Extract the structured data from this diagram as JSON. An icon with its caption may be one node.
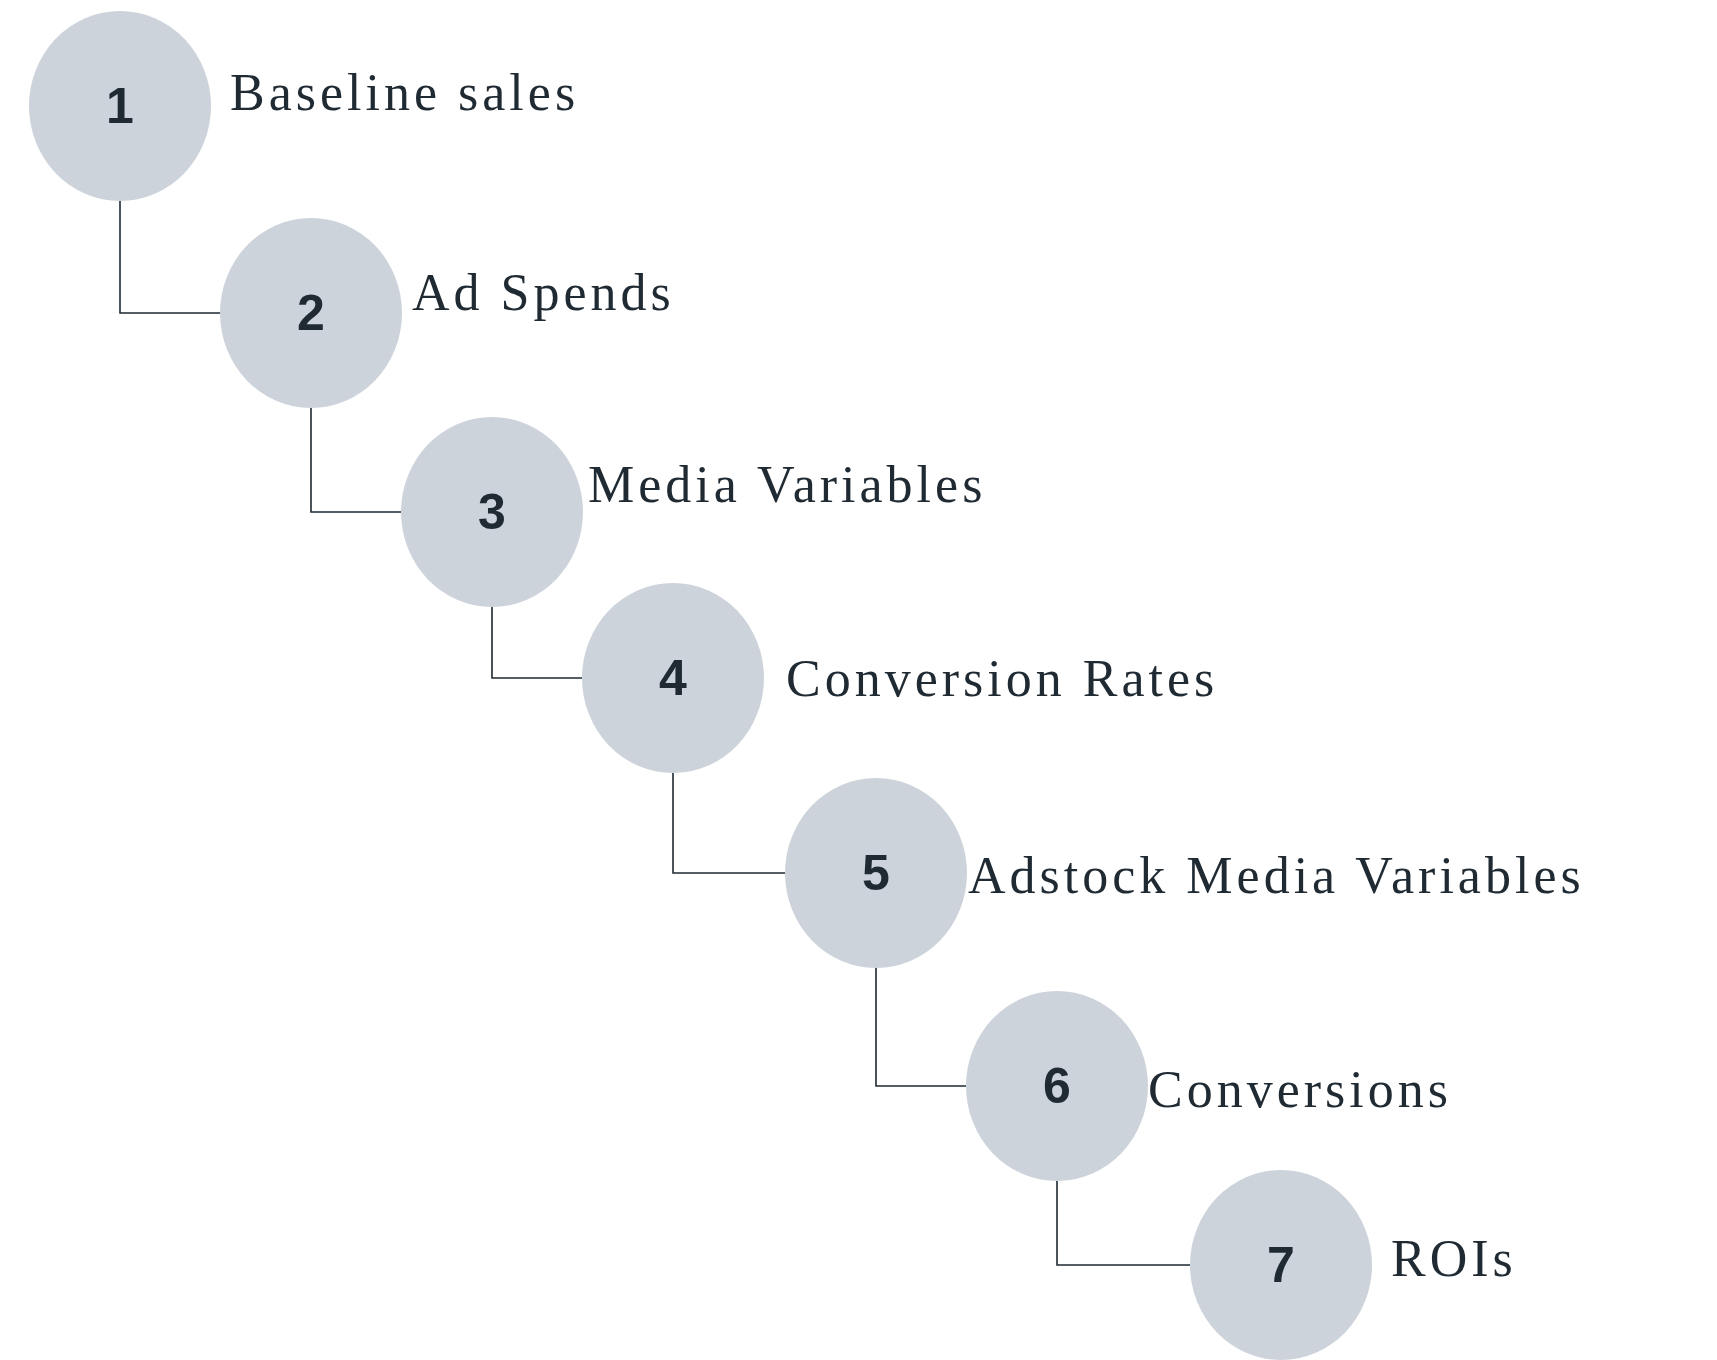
{
  "diagram": {
    "nodes": [
      {
        "text": [
          "1"
        ],
        "beside": [
          "Baseline sales"
        ]
      },
      {
        "text": [
          "2"
        ],
        "beside": [
          "Ad Spends"
        ]
      },
      {
        "text": [
          "3"
        ],
        "beside": [
          "Media Variables"
        ]
      },
      {
        "text": [
          "4"
        ],
        "beside": [
          "Conversion Rates"
        ]
      },
      {
        "text": [
          "5"
        ],
        "beside": [
          "Adstock Media Variables"
        ]
      },
      {
        "text": [
          "6"
        ],
        "beside": [
          "Conversions"
        ]
      },
      {
        "text": [
          "7"
        ],
        "beside": [
          "ROIs"
        ]
      }
    ],
    "edges": [
      {
        "from": 0,
        "to": 1,
        "arrow": "none"
      },
      {
        "from": 1,
        "to": 2,
        "arrow": "none"
      },
      {
        "from": 2,
        "to": 3,
        "arrow": "none"
      },
      {
        "from": 3,
        "to": 4,
        "arrow": "none"
      },
      {
        "from": 4,
        "to": 5,
        "arrow": "none"
      },
      {
        "from": 5,
        "to": 6,
        "arrow": "none"
      }
    ]
  }
}
